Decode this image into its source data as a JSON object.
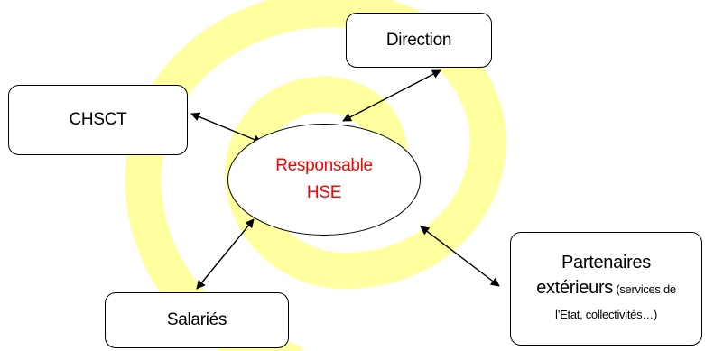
{
  "colors": {
    "swirl": "#ffff9f",
    "center_text": "#ff0000",
    "stroke": "#000000"
  },
  "nodes": {
    "direction": {
      "label": "Direction"
    },
    "chsct": {
      "label": "CHSCT"
    },
    "center": {
      "line1": "Responsable",
      "line2": "HSE"
    },
    "salaries": {
      "label": "Salariés"
    },
    "partners": {
      "line1": "Partenaires",
      "line2_main": "extérieurs",
      "line2_small": " (services de",
      "line3": "l’Etat, collectivités…)"
    }
  },
  "connections": [
    {
      "from": "center",
      "to": "direction",
      "arrows": "both"
    },
    {
      "from": "center",
      "to": "chsct",
      "arrows": "both"
    },
    {
      "from": "center",
      "to": "salaries",
      "arrows": "both"
    },
    {
      "from": "center",
      "to": "partners",
      "arrows": "both"
    }
  ]
}
